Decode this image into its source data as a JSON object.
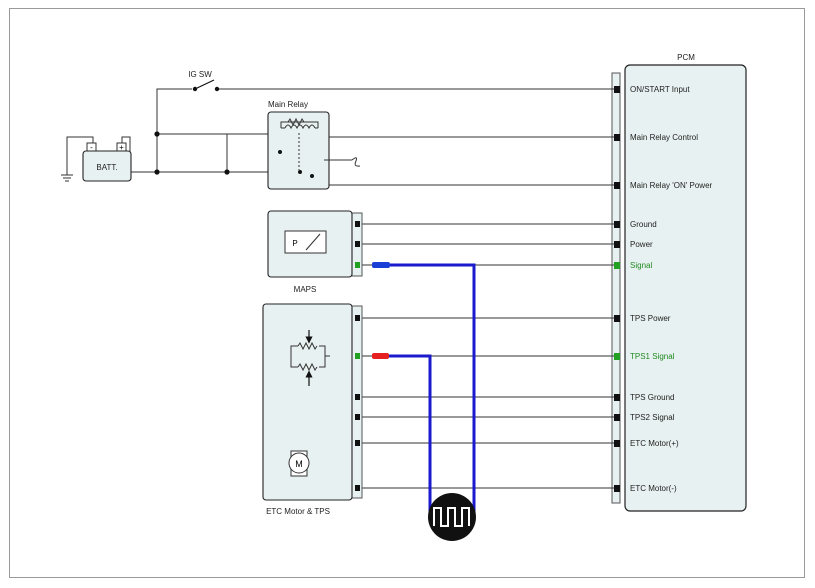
{
  "components": {
    "pcm": "PCM",
    "ig_switch": "IG SW",
    "main_relay": "Main Relay",
    "battery": "BATT.",
    "battery_minus": "-",
    "battery_plus": "+",
    "maps": "MAPS",
    "maps_sensor_letter": "P",
    "etc": "ETC Motor & TPS",
    "motor_letter": "M"
  },
  "pcm_pins": [
    {
      "label": "ON/START Input",
      "highlight": false
    },
    {
      "label": "Main Relay Control",
      "highlight": false
    },
    {
      "label": "Main Relay 'ON' Power",
      "highlight": false
    },
    {
      "label": "Ground",
      "highlight": false
    },
    {
      "label": "Power",
      "highlight": false
    },
    {
      "label": "Signal",
      "highlight": true
    },
    {
      "label": "TPS Power",
      "highlight": false
    },
    {
      "label": "TPS1 Signal",
      "highlight": true
    },
    {
      "label": "TPS Ground",
      "highlight": false
    },
    {
      "label": "TPS2 Signal",
      "highlight": false
    },
    {
      "label": "ETC Motor(+)",
      "highlight": false
    },
    {
      "label": "ETC Motor(-)",
      "highlight": false
    }
  ],
  "colors": {
    "wire": "#333333",
    "probe_wire": "#1a1acc",
    "probe_blue_tip": "#1a3fd6",
    "probe_red_tip": "#e62020",
    "highlight_text": "#1f8a1f",
    "highlight_pin": "#22a022",
    "component_fill": "#e8f1f1",
    "pin_fill": "#111111"
  },
  "icons": {
    "scope": "oscilloscope-square-wave-icon",
    "motor": "motor-icon",
    "switch": "switch-icon",
    "coil": "relay-coil-icon",
    "resistor": "resistor-icon",
    "ground": "ground-icon",
    "fuse": "fuse-icon"
  }
}
